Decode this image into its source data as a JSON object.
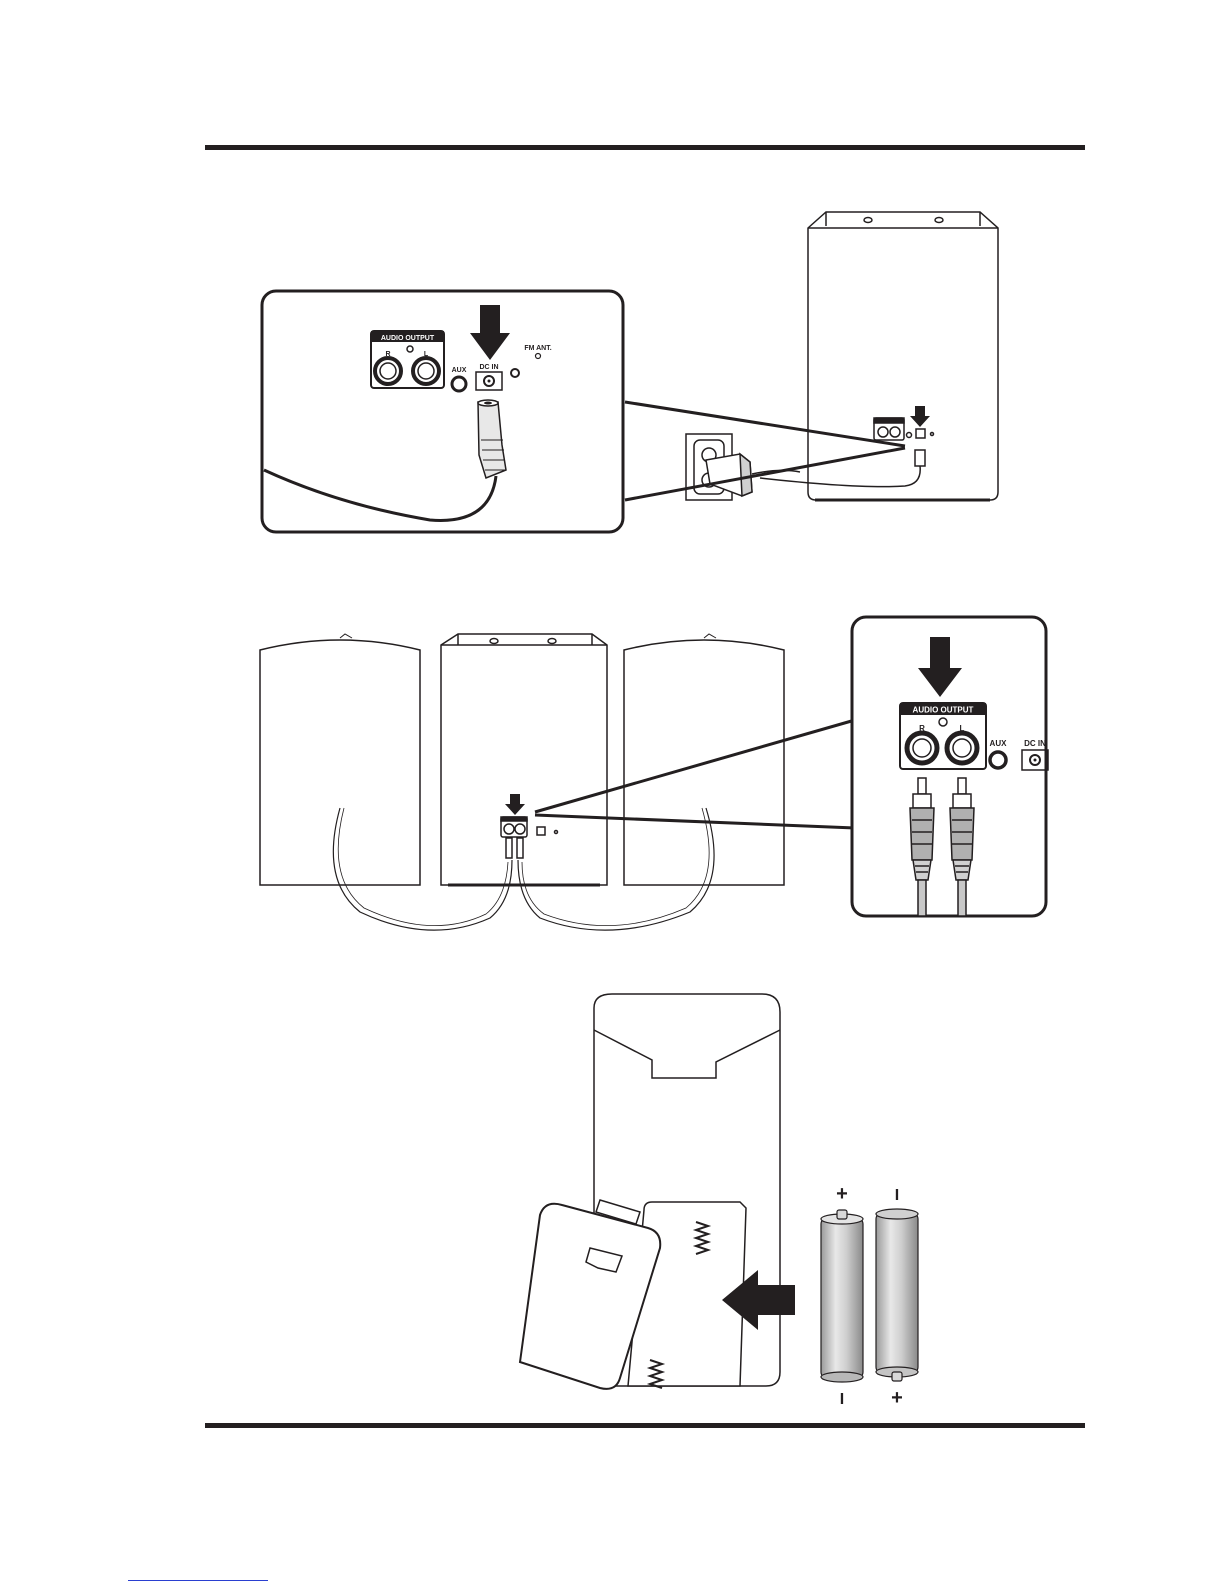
{
  "figure1": {
    "audio_output": "AUDIO OUTPUT",
    "right": "R",
    "left": "L",
    "aux": "AUX",
    "dc_in": "DC IN",
    "fm_ant": "FM ANT."
  },
  "figure2": {
    "audio_output": "AUDIO OUTPUT",
    "right": "R",
    "left": "L",
    "aux": "AUX",
    "dc_in": "DC IN"
  },
  "figure3": {
    "battery1_top": "+",
    "battery1_bottom": "I",
    "battery2_top": "I",
    "battery2_bottom": "+"
  }
}
